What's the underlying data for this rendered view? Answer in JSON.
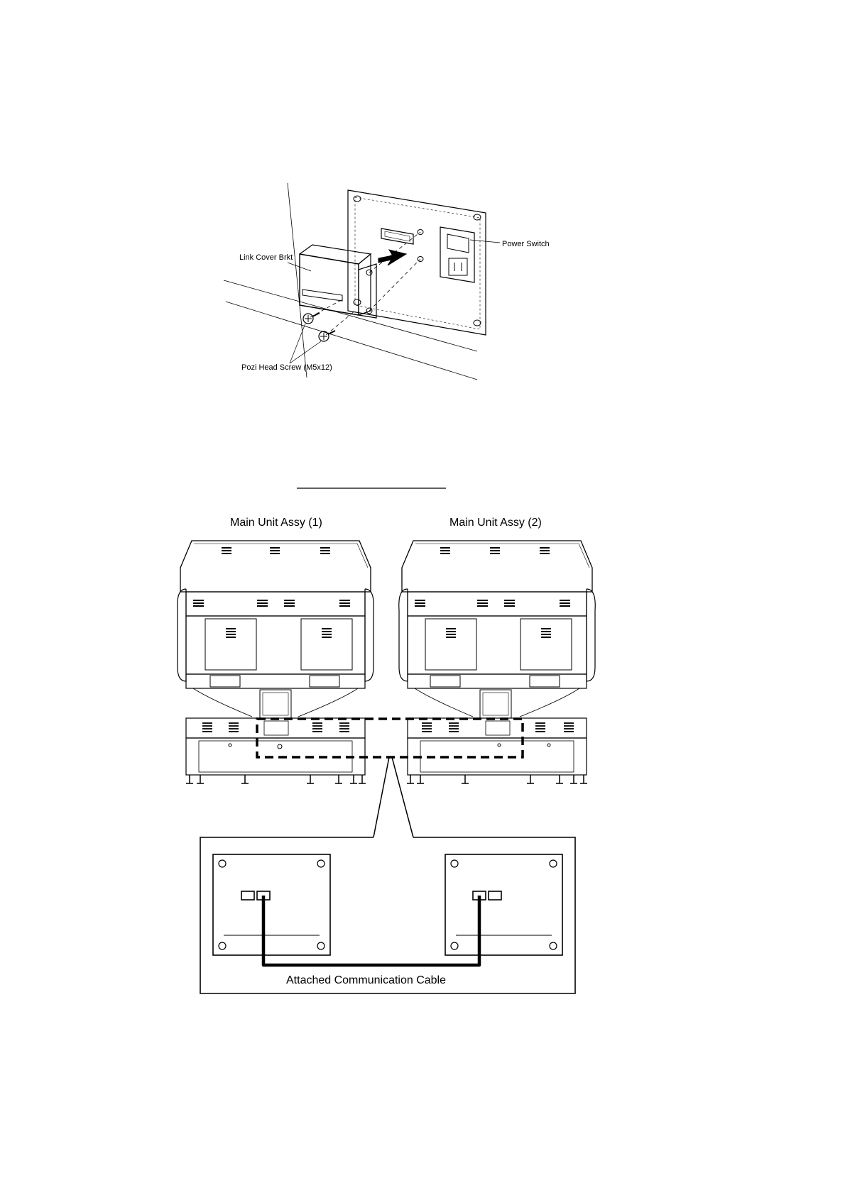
{
  "top_figure": {
    "labels": {
      "link_cover_brkt": "Link Cover Brkt",
      "power_switch": "Power Switch",
      "pozi_head_screw": "Pozi Head Screw (M5x12)"
    }
  },
  "bottom_figure": {
    "unit_1_label": "Main Unit Assy (1)",
    "unit_2_label": "Main Unit Assy (2)",
    "cable_label": "Attached Communication Cable"
  }
}
